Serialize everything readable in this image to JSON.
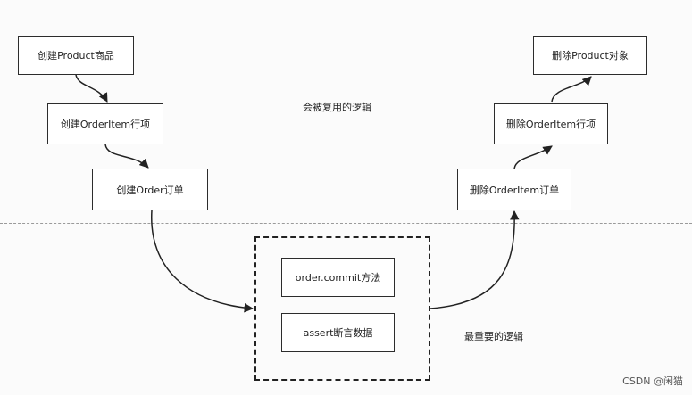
{
  "nodes": {
    "create_product": "创建Product商品",
    "create_orderitem": "创建OrderItem行项",
    "create_order": "创建Order订单",
    "order_commit": "order.commit方法",
    "assert_data": "assert断言数据",
    "delete_order_item_order": "删除OrderItem订单",
    "delete_orderitem": "删除OrderItem行项",
    "delete_product": "删除Product对象"
  },
  "annotations": {
    "reusable_logic": "会被复用的逻辑",
    "core_logic": "最重要的逻辑"
  },
  "watermark": "CSDN @闲猫"
}
